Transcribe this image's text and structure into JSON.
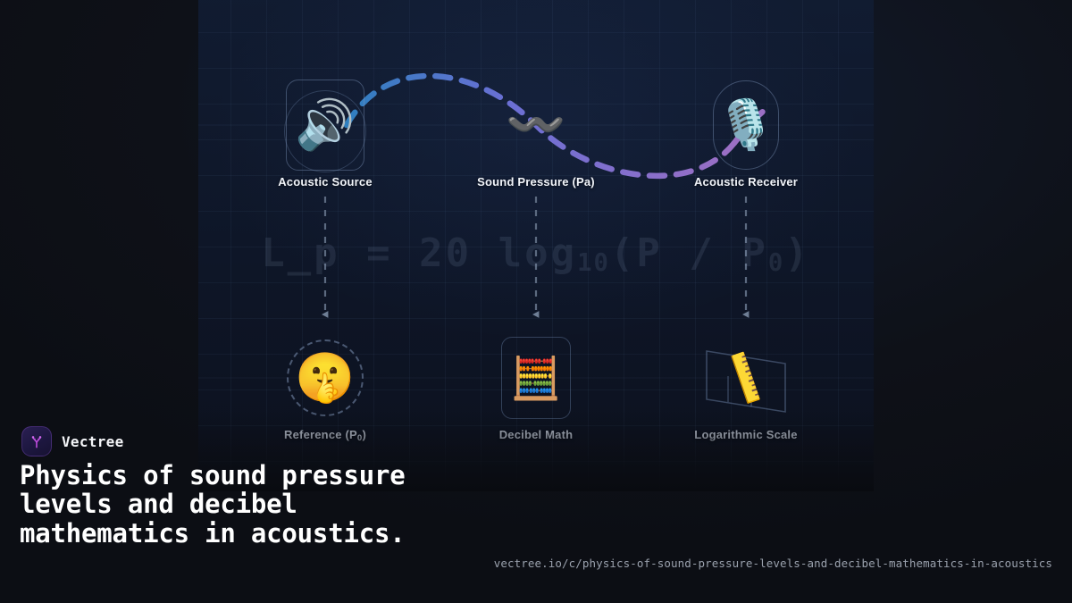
{
  "brand": {
    "name": "Vectree",
    "logo_icon": "vectree-tree-mark",
    "accent": "#a855f7"
  },
  "title": "Physics of sound pressure levels and decibel mathematics in acoustics.",
  "url": "vectree.io/c/physics-of-sound-pressure-levels-and-decibel-mathematics-in-acoustics",
  "diagram": {
    "formula": {
      "lhs": "L_p = 20 log",
      "base": "10",
      "rhs": "(P / P",
      "sub": "0",
      "close": ")"
    },
    "top_row": [
      {
        "label": "Acoustic Source",
        "icon": "loudspeaker-icon",
        "glyph": "🔊",
        "frame": "rect"
      },
      {
        "label": "Sound Pressure (Pa)",
        "icon": "sound-wave-icon",
        "glyph": "〰️",
        "frame": "none"
      },
      {
        "label": "Acoustic Receiver",
        "icon": "microphone-icon",
        "glyph": "🎙️",
        "frame": "mic"
      }
    ],
    "bottom_row": [
      {
        "label_main": "Reference (P",
        "label_sub": "0",
        "label_tail": ")",
        "icon": "shushing-face-icon",
        "glyph": "🤫",
        "frame": "dashed"
      },
      {
        "label_main": "Decibel Math",
        "label_sub": "",
        "label_tail": "",
        "icon": "abacus-icon",
        "glyph": "🧮",
        "frame": "rect-sq"
      },
      {
        "label_main": "Logarithmic Scale",
        "label_sub": "",
        "label_tail": "",
        "icon": "ruler-icon",
        "glyph": "📏",
        "frame": "skew"
      }
    ],
    "connector": {
      "type": "dashed-s-curve",
      "color_start": "#2f7fbf",
      "color_mid": "#6b6fd4",
      "color_end": "#9b6fc4"
    },
    "arrows": {
      "style": "dashed-down-arrow",
      "color": "#5c6a80",
      "count": 3
    }
  }
}
